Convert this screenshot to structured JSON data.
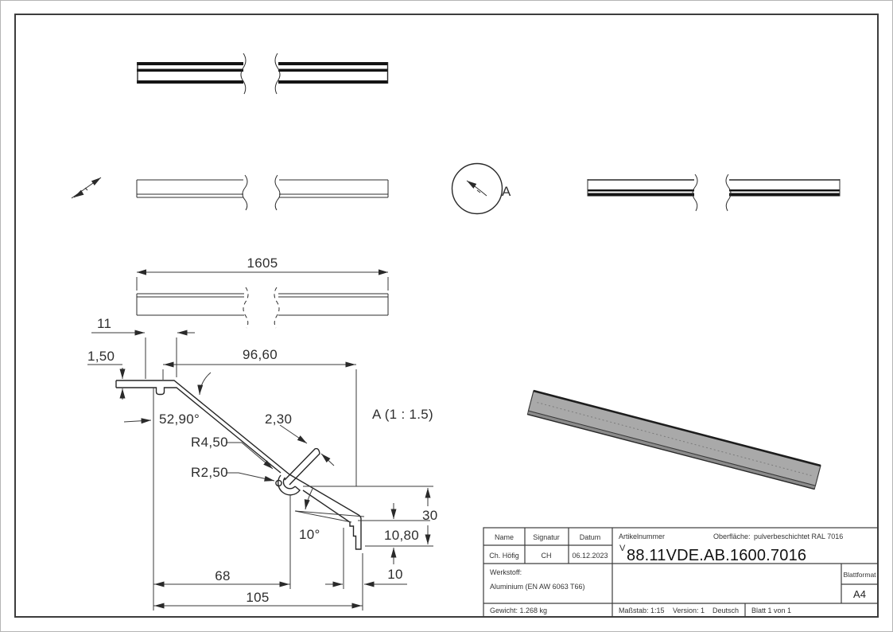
{
  "views": {
    "overall_length": "1605",
    "detail_circle_label": "A",
    "detail_title": "A (1 : 1.5)"
  },
  "detail_dimensions": {
    "top_width": "11",
    "thickness": "1,50",
    "slope_width": "96,60",
    "slope_angle": "52,90°",
    "tab_thickness": "2,30",
    "outer_radius": "R4,50",
    "inner_radius": "R2,50",
    "end_angle": "10°",
    "end_height": "30",
    "lip_height": "10,80",
    "base_width": "68",
    "total_width": "105",
    "end_width": "10"
  },
  "title_block": {
    "col_name": "Name",
    "col_signature": "Signatur",
    "col_date": "Datum",
    "name": "Ch. Höfig",
    "signature": "CH",
    "date": "06.12.2023",
    "article_label": "Artikelnummer",
    "surface_label": "Oberfläche:",
    "surface_value": "pulverbeschichtet RAL 7016",
    "article_prefix": "V",
    "article_number": "88.11VDE.AB.1600.7016",
    "material_label": "Werkstoff:",
    "material_value": "Aluminium (EN AW 6063 T66)",
    "format_label": "Blattformat",
    "format_value": "A4",
    "weight": "Gewicht: 1.268 kg",
    "scale": "Maßstab: 1:15",
    "version": "Version: 1",
    "language": "Deutsch",
    "sheet_info": "Blatt 1 von 1"
  },
  "colors": {
    "line": "#2a2a2a",
    "iso_fill": "#a9a9a9"
  }
}
